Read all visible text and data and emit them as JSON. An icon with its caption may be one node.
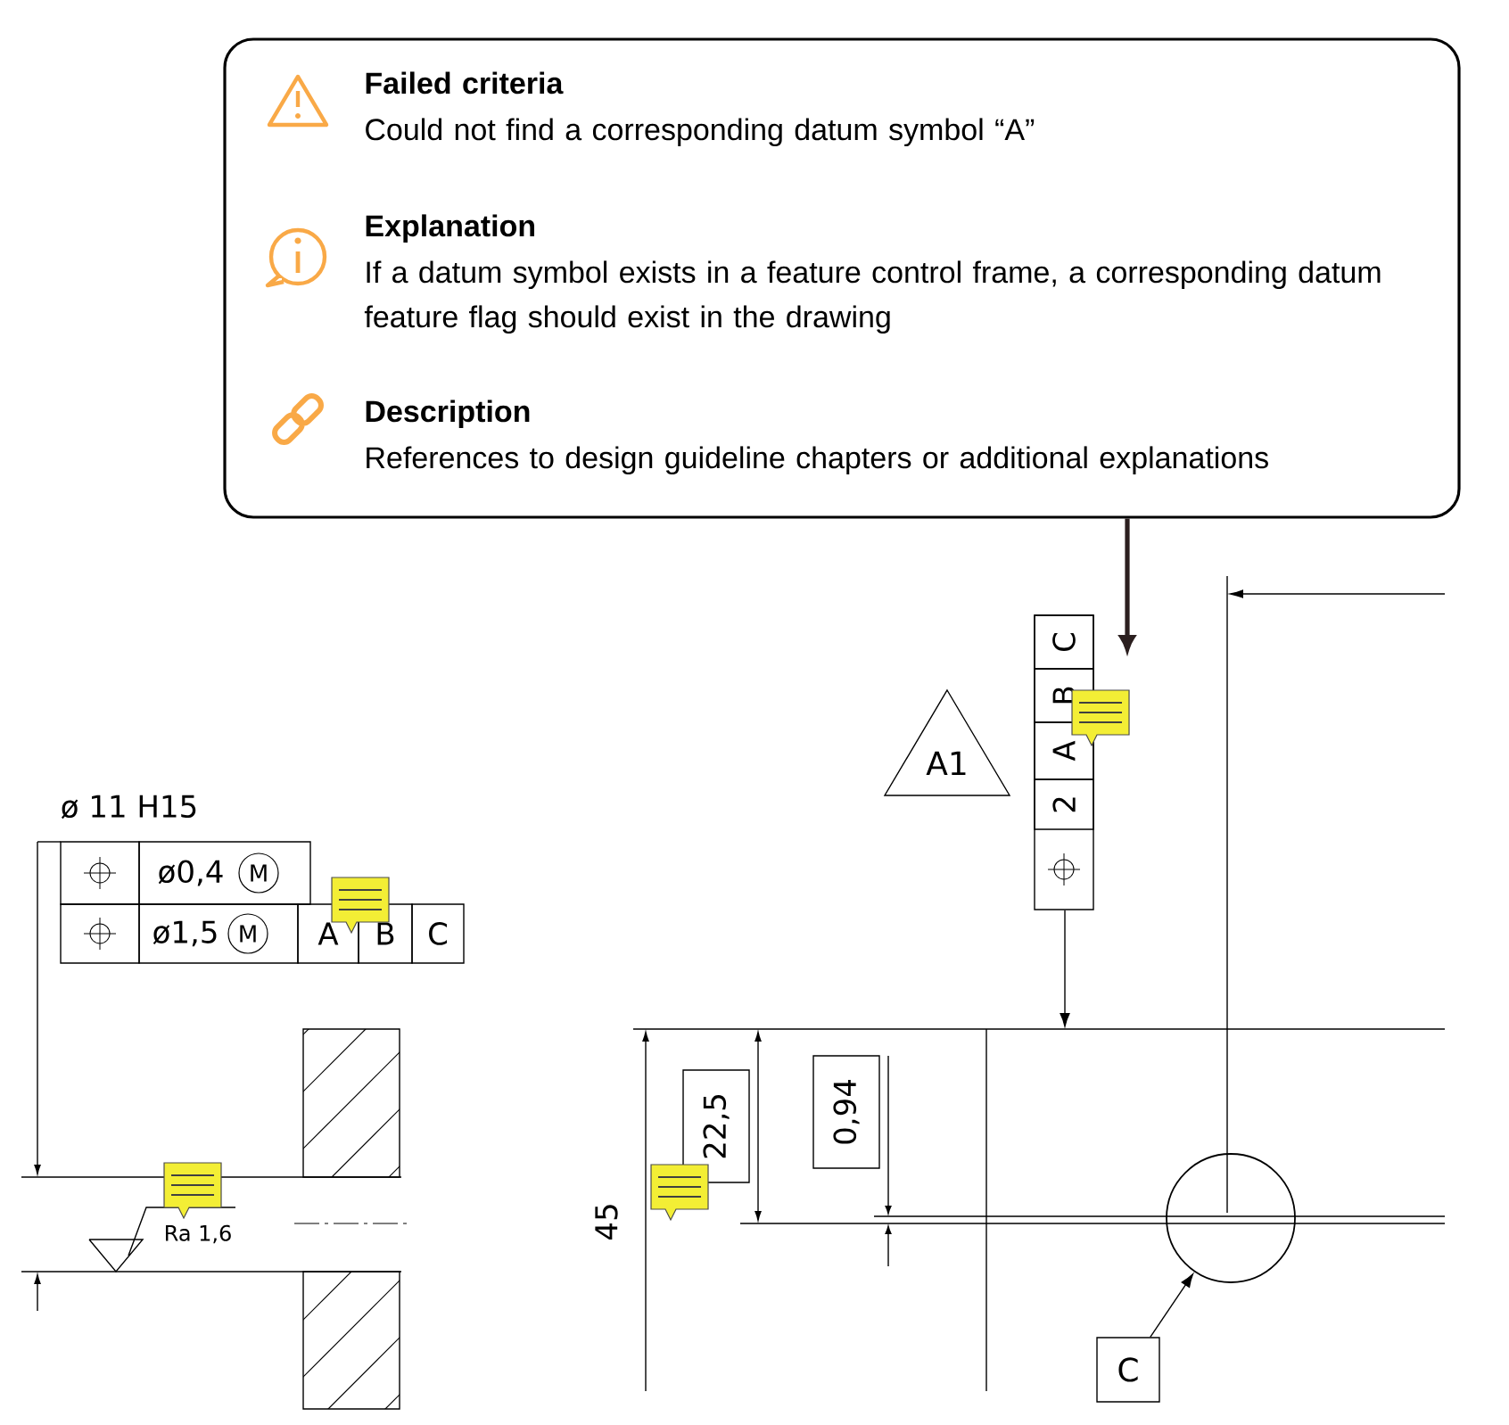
{
  "diagram": {
    "nodes": [
      {
        "text": [
          "Failed criteria",
          "Could not find a corresponding datum symbol “A”",
          "Explanation",
          "If a datum symbol exists in a feature control frame, a corresponding datum feature flag should exist in the drawing",
          "Description",
          "References to design guideline chapters or additional explanations"
        ]
      },
      {
        "text": [
          "A1"
        ]
      },
      {
        "text": [
          "2",
          "A",
          "B",
          "C"
        ]
      },
      {
        "text": [
          "C"
        ]
      },
      {
        "text": [],
        "shape": "circle"
      }
    ],
    "edges": [
      {
        "from": 0,
        "to": null,
        "arrow": "to",
        "style": "thick"
      },
      {
        "from": 2,
        "to": null,
        "arrow": "to"
      },
      {
        "from": 3,
        "to": 4,
        "arrow": "to"
      }
    ],
    "labels": [
      "ø 11 H15",
      "ø0,4",
      "M",
      "ø1,5",
      "M",
      "A",
      "B",
      "C",
      "Ra 1,6",
      "22,5",
      "0,94",
      "45"
    ]
  }
}
